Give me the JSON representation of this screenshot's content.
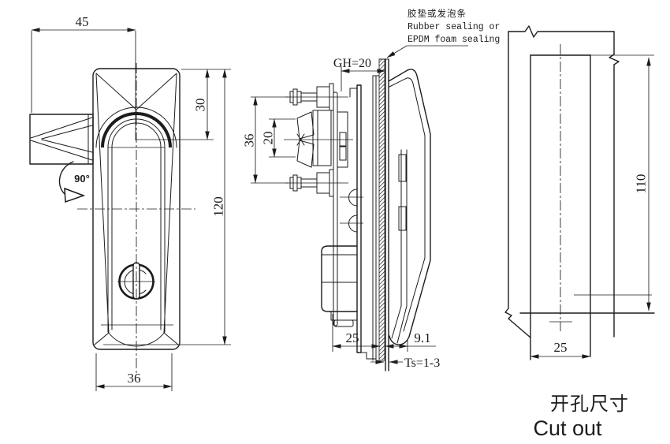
{
  "front_view": {
    "dim_top_width": "45",
    "dim_recess_depth": "30",
    "dim_body_height": "120",
    "dim_body_width": "36",
    "rotation_angle": "90°"
  },
  "side_view": {
    "dim_grip_height": "GH=20",
    "dim_stud_pitch": "36",
    "dim_wing_width": "20",
    "dim_depth_behind_panel": "25",
    "dim_bottom_gap": "9.1",
    "dim_panel_thickness": "Ts=1-3",
    "seal_note_zh": "胶垫或发泡条",
    "seal_note_en1": "Rubber sealing or",
    "seal_note_en2": "EPDM foam sealing"
  },
  "cutout_view": {
    "dim_height": "110",
    "dim_width": "25",
    "caption_zh": "开孔尺寸",
    "caption_en": "Cut out"
  },
  "colors": {
    "line": "#1c1c1c",
    "background": "#ffffff"
  }
}
